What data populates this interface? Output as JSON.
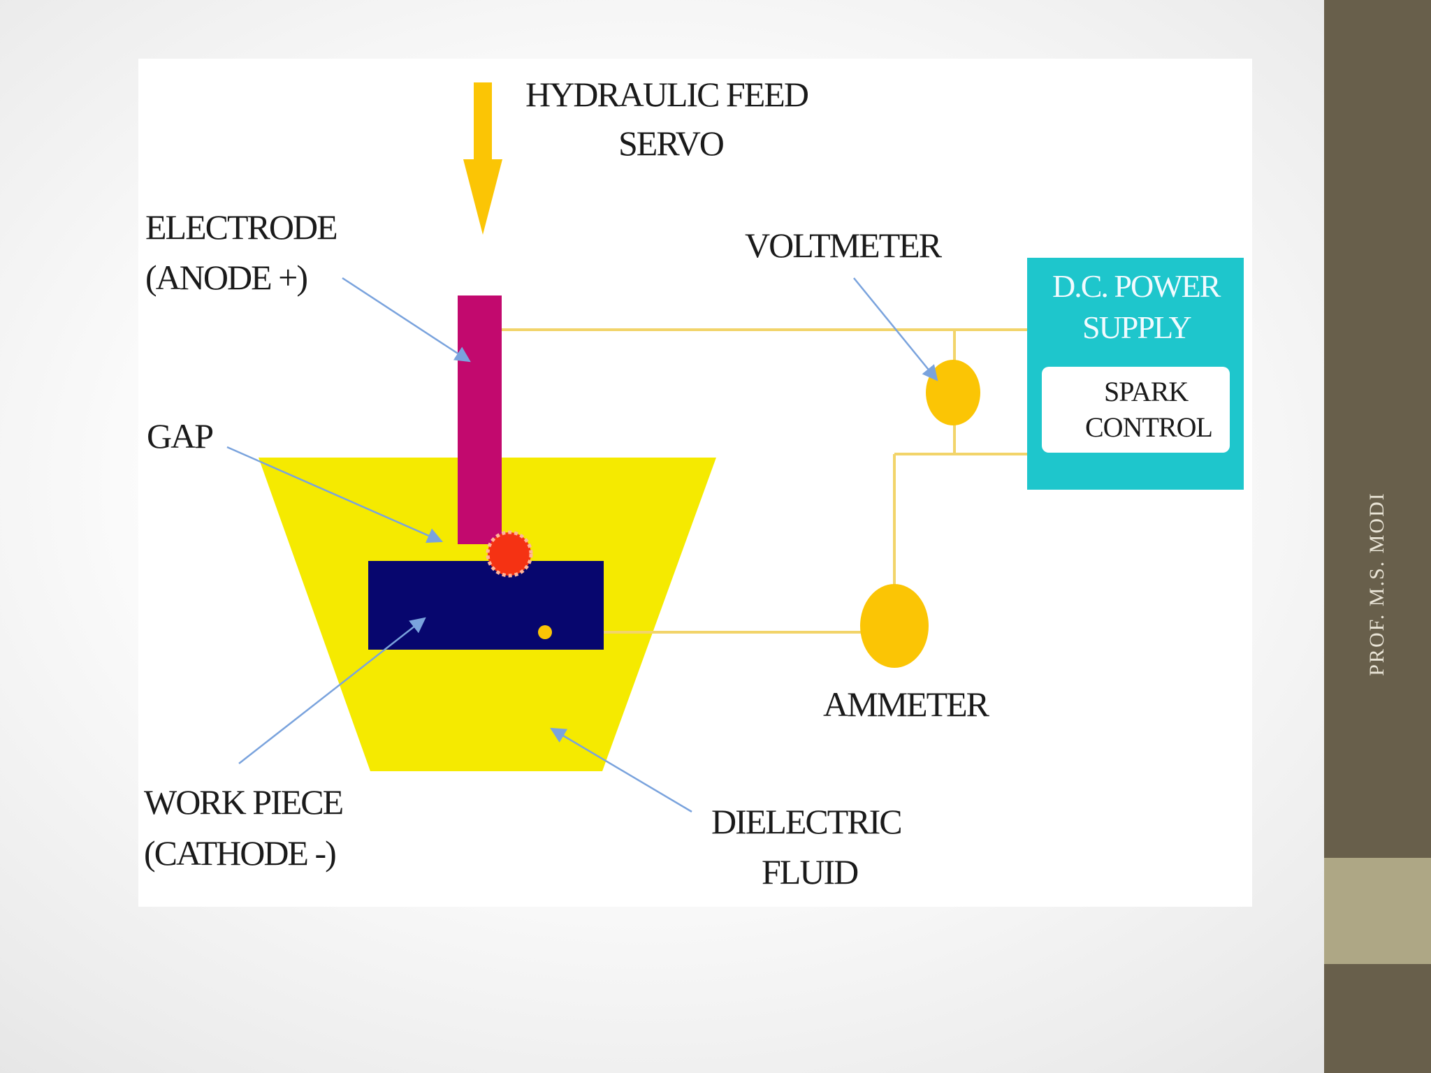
{
  "slide": {
    "sidebar_text": "PROF. M.S. MODI",
    "colors": {
      "sidebar": "#685f4b",
      "sidebar_accent": "#aea785",
      "electrode": "#c2096e",
      "workpiece": "#07066e",
      "dielectric": "#f5ea00",
      "meters_and_arrow": "#fbc505",
      "wire": "#f2d46a",
      "power_supply": "#1ec6cc",
      "spark": "#f53213",
      "pointer": "#7aa3dd"
    }
  },
  "diagram": {
    "feed_label_line1": "HYDRAULIC FEED",
    "feed_label_line2": "SERVO",
    "electrode_label_line1": "ELECTRODE",
    "electrode_label_line2": "(ANODE +)",
    "voltmeter_label": "VOLTMETER",
    "power_supply_line1": "D.C. POWER",
    "power_supply_line2": "SUPPLY",
    "spark_control_line1": "SPARK",
    "spark_control_line2": "CONTROL",
    "gap_label": "GAP",
    "ammeter_label": "AMMETER",
    "workpiece_label_line1": "WORK PIECE",
    "workpiece_label_line2": "(CATHODE -)",
    "dielectric_label_line1": "DIELECTRIC",
    "dielectric_label_line2": "FLUID"
  }
}
